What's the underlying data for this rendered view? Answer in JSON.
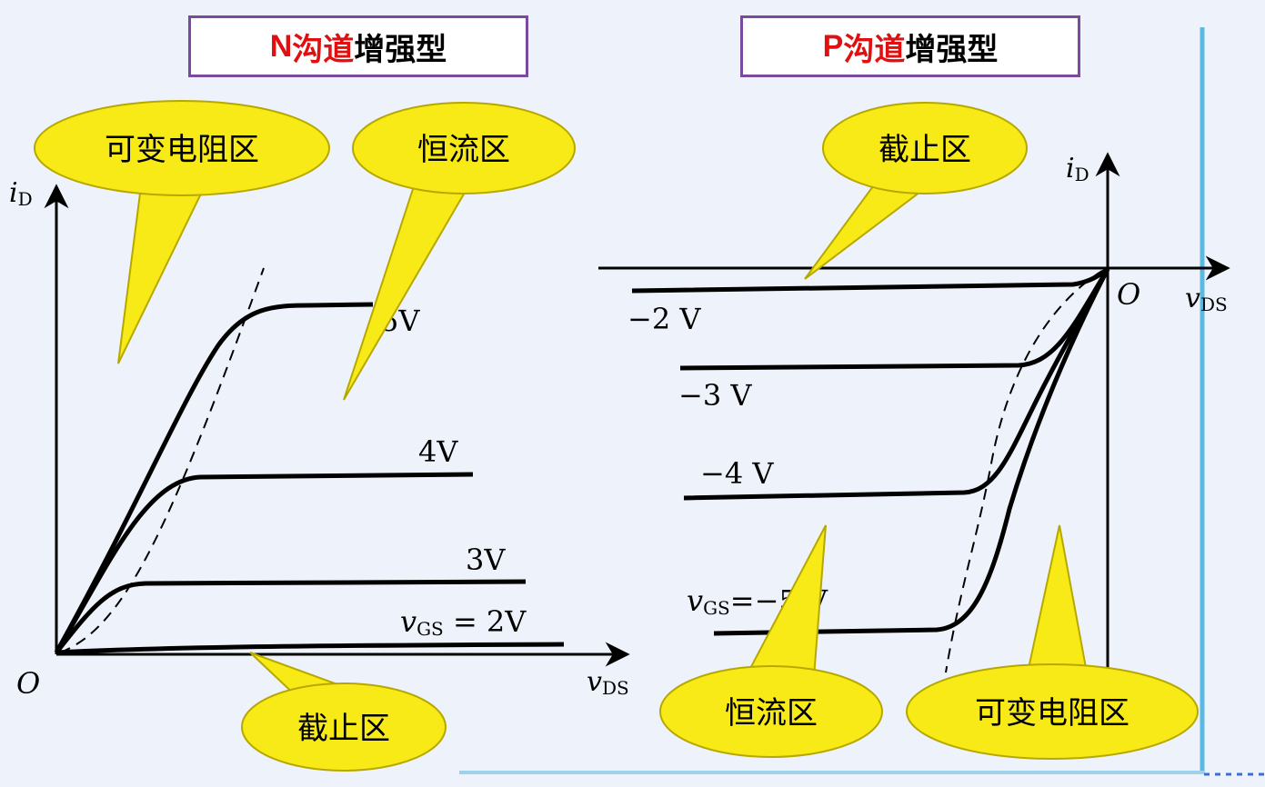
{
  "left_panel": {
    "title_prefix": "N",
    "title_channel": "沟道",
    "title_suffix": "增强型",
    "y_axis_main": "i",
    "y_axis_sub": "D",
    "x_axis_main": "v",
    "x_axis_sub": "DS",
    "origin": "O",
    "bubbles": {
      "variable_resistance": "可变电阻区",
      "constant_current": "恒流区",
      "cutoff": "截止区"
    },
    "curve_labels": {
      "top": "5V",
      "four": "4V",
      "three": "3V",
      "vgs_main": "v",
      "vgs_sub": "GS",
      "vgs_value": " = 2V"
    }
  },
  "right_panel": {
    "title_prefix": "P",
    "title_channel": "沟道",
    "title_suffix": "增强型",
    "y_axis_main": "i",
    "y_axis_sub": "D",
    "x_axis_main": "v",
    "x_axis_sub": "DS",
    "origin": "O",
    "bubbles": {
      "cutoff": "截止区",
      "constant_current": "恒流区",
      "variable_resistance": "可变电阻区"
    },
    "curve_labels": {
      "minus2": "−2 V",
      "minus3": "−3 V",
      "minus4": "−4 V",
      "vgs_main": "v",
      "vgs_sub": "GS",
      "vgs_value": "=−5 V"
    }
  },
  "colors": {
    "title_red": "#e01010",
    "title_border": "#7a4aa0",
    "bubble_fill": "#f7ea16",
    "bubble_stroke": "#b7a800",
    "background": "#eef3fb",
    "frame_blue": "#3aa6d8"
  }
}
